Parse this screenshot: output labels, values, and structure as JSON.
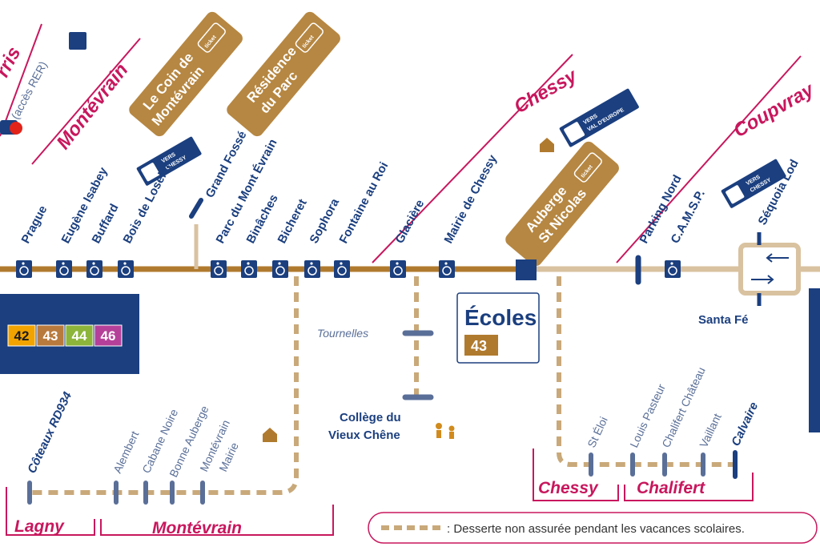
{
  "towns": {
    "torcy_partial": "rris",
    "rer_note": "(accès RER)",
    "montevrain": "Montévrain",
    "chessy": "Chessy",
    "coupvray": "Coupvray",
    "lagny": "Lagny",
    "montevrain_bottom": "Montévrain",
    "chessy_bottom": "Chessy",
    "chalifert": "Chalifert"
  },
  "main_stops": [
    {
      "name": "Prague"
    },
    {
      "name": "Eugène Isabey"
    },
    {
      "name": "Buffard"
    },
    {
      "name": "Bois de Loselet"
    },
    {
      "name": "Grand Fossé"
    },
    {
      "name": "Parc du Mont Évrain"
    },
    {
      "name": "Binâches"
    },
    {
      "name": "Bicheret"
    },
    {
      "name": "Sophora"
    },
    {
      "name": "Fontaine au Roi"
    },
    {
      "name": "Glacière"
    },
    {
      "name": "Mairie de Chessy"
    },
    {
      "name": "Parking Nord"
    },
    {
      "name": "C.A.M.S.P."
    },
    {
      "name": "Séquoia Lod"
    }
  ],
  "other_stops": {
    "santa_fe": "Santa Fé",
    "tournelles": "Tournelles",
    "college_line1": "Collège du",
    "college_line2": "Vieux Chêne",
    "coteaux": "Côteaux RD934",
    "alembert": "Alembert",
    "cabane_noire": "Cabane Noire",
    "bonne_auberge": "Bonne Auberge",
    "montevrain_mairie_1": "Montévrain",
    "montevrain_mairie_2": "Mairie",
    "st_eloi": "St Éloi",
    "louis_pasteur": "Louis Pasteur",
    "chalifert_chateau": "Chalifert Château",
    "vaillant": "Vaillant",
    "calvaire": "Calvaire"
  },
  "callouts": {
    "coin_line1": "Le Coin de",
    "coin_line2": "Montévrain",
    "residence_line1": "Résidence",
    "residence_line2": "du Parc",
    "auberge_line1": "Auberge",
    "auberge_line2": "St Nicolas",
    "ticket": "ticket"
  },
  "direction_badges": {
    "vers": "VERS",
    "chessy": "CHESSY",
    "val_europe": "VAL D'EUROPE"
  },
  "route_box": {
    "routes": [
      "42",
      "43",
      "44",
      "46"
    ],
    "colors": [
      "#f2a300",
      "#b87a3d",
      "#8cb53a",
      "#b5409a"
    ]
  },
  "ecoles": {
    "title": "Écoles",
    "route": "43"
  },
  "legend": {
    "text": ": Desserte non assurée pendant les vacances scolaires."
  },
  "colors": {
    "main_line": "#b07a2e",
    "secondary_line": "#d9c2a0",
    "dashed_line": "#c9a97a",
    "navy": "#1b3f7f",
    "pink": "#c8175d",
    "gold": "#b68742"
  },
  "icons": [
    "wheelchair-icon",
    "ticket-icon",
    "house-icon",
    "walking-children-icon"
  ]
}
